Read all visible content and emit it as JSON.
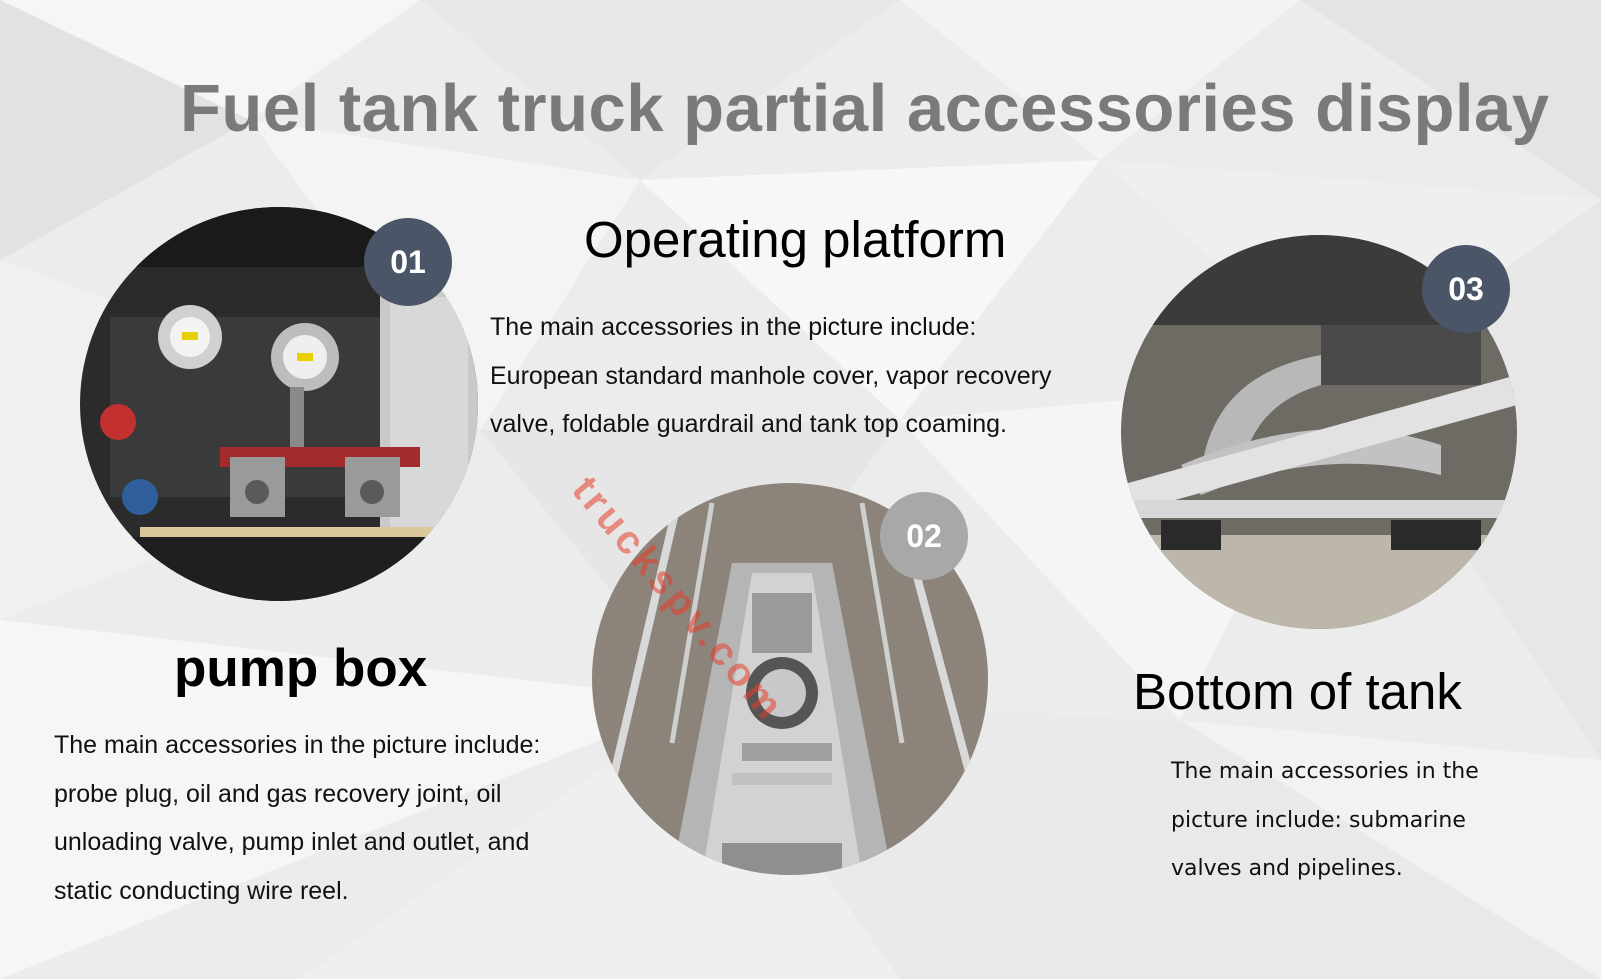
{
  "title": "Fuel tank truck partial accessories display",
  "watermark": "truckspv.com",
  "colors": {
    "title": "#7a7a7a",
    "badge_dark": "#4a5568",
    "badge_gray": "#a8a8a8",
    "watermark": "#e63c28"
  },
  "sections": {
    "pump_box": {
      "badge": "01",
      "heading": "pump box",
      "lines": [
        "The main accessories in the picture include:",
        "probe plug, oil and gas recovery joint, oil",
        "unloading valve, pump inlet and outlet, and",
        "static conducting wire reel."
      ]
    },
    "operating_platform": {
      "badge": "02",
      "heading": "Operating platform",
      "lines": [
        "The main accessories in the picture include:",
        "European standard manhole cover, vapor recovery",
        "valve, foldable guardrail and tank top coaming."
      ]
    },
    "bottom_of_tank": {
      "badge": "03",
      "heading": "Bottom of tank",
      "lines": [
        "The main accessories in the",
        "picture include: submarine",
        "valves and pipelines."
      ]
    }
  }
}
